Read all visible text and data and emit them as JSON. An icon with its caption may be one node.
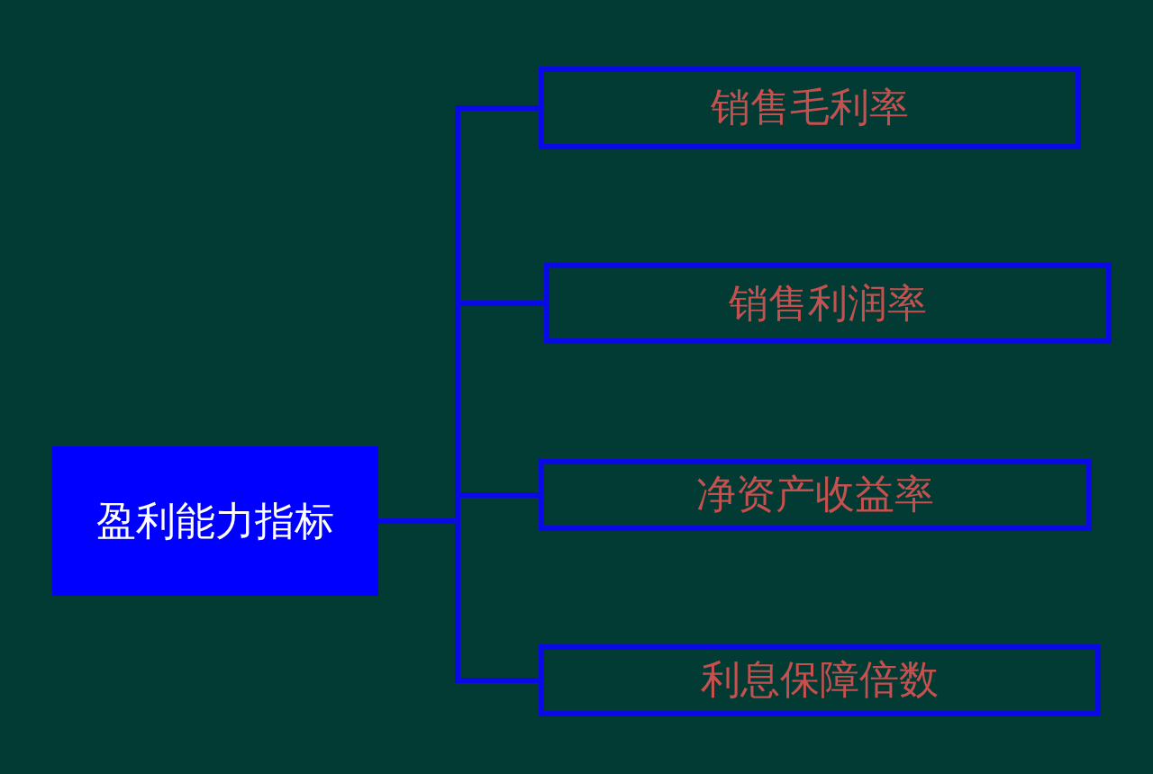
{
  "diagram": {
    "nodes": [
      {
        "text": [
          "盈利能力指标"
        ]
      },
      {
        "text": [
          "销售毛利率"
        ]
      },
      {
        "text": [
          "销售利润率"
        ]
      },
      {
        "text": [
          "净资产收益率"
        ]
      },
      {
        "text": [
          "利息保障倍数"
        ]
      }
    ],
    "edges": [
      {
        "from": 0,
        "to": 1,
        "arrow": "none"
      },
      {
        "from": 0,
        "to": 2,
        "arrow": "none"
      },
      {
        "from": 0,
        "to": 3,
        "arrow": "none"
      },
      {
        "from": 0,
        "to": 4,
        "arrow": "none"
      }
    ]
  }
}
